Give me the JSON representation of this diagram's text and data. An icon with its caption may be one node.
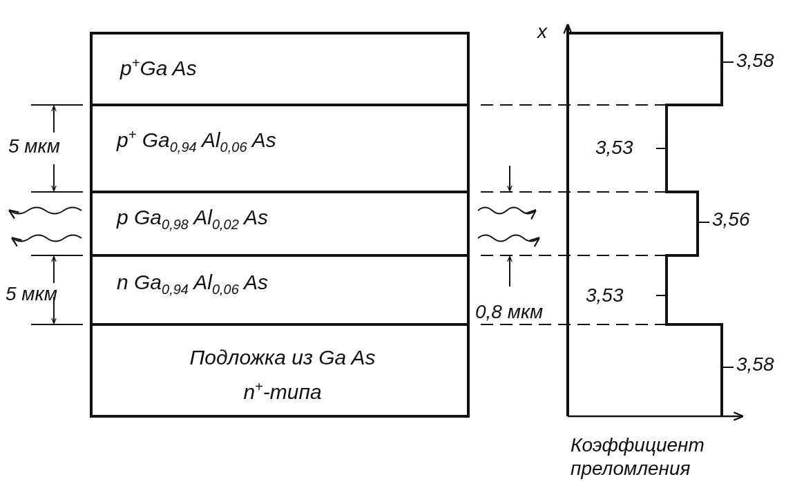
{
  "diagram": {
    "nodes": [
      {
        "text": [
          "p$^{+}$Ga As"
        ]
      },
      {
        "text": [
          "p$^{+}$ Ga$_{0,94}$ Al$_{0,06}$ As"
        ]
      },
      {
        "text": [
          "p Ga$_{0,98}$ Al$_{0,02}$ As"
        ]
      },
      {
        "text": [
          "n Ga$_{0,94}$ Al$_{0,06}$ As"
        ]
      },
      {
        "text": [
          "Подложка из Ga As n$^{+}$-типа"
        ]
      }
    ],
    "edges": [],
    "labels": [
      "x",
      "3,58",
      "5 мкм",
      "3,53",
      "3,56",
      "5 мкм",
      "3,53",
      "0,8 мкм",
      "3,58",
      "Коэффициент преломления"
    ]
  }
}
